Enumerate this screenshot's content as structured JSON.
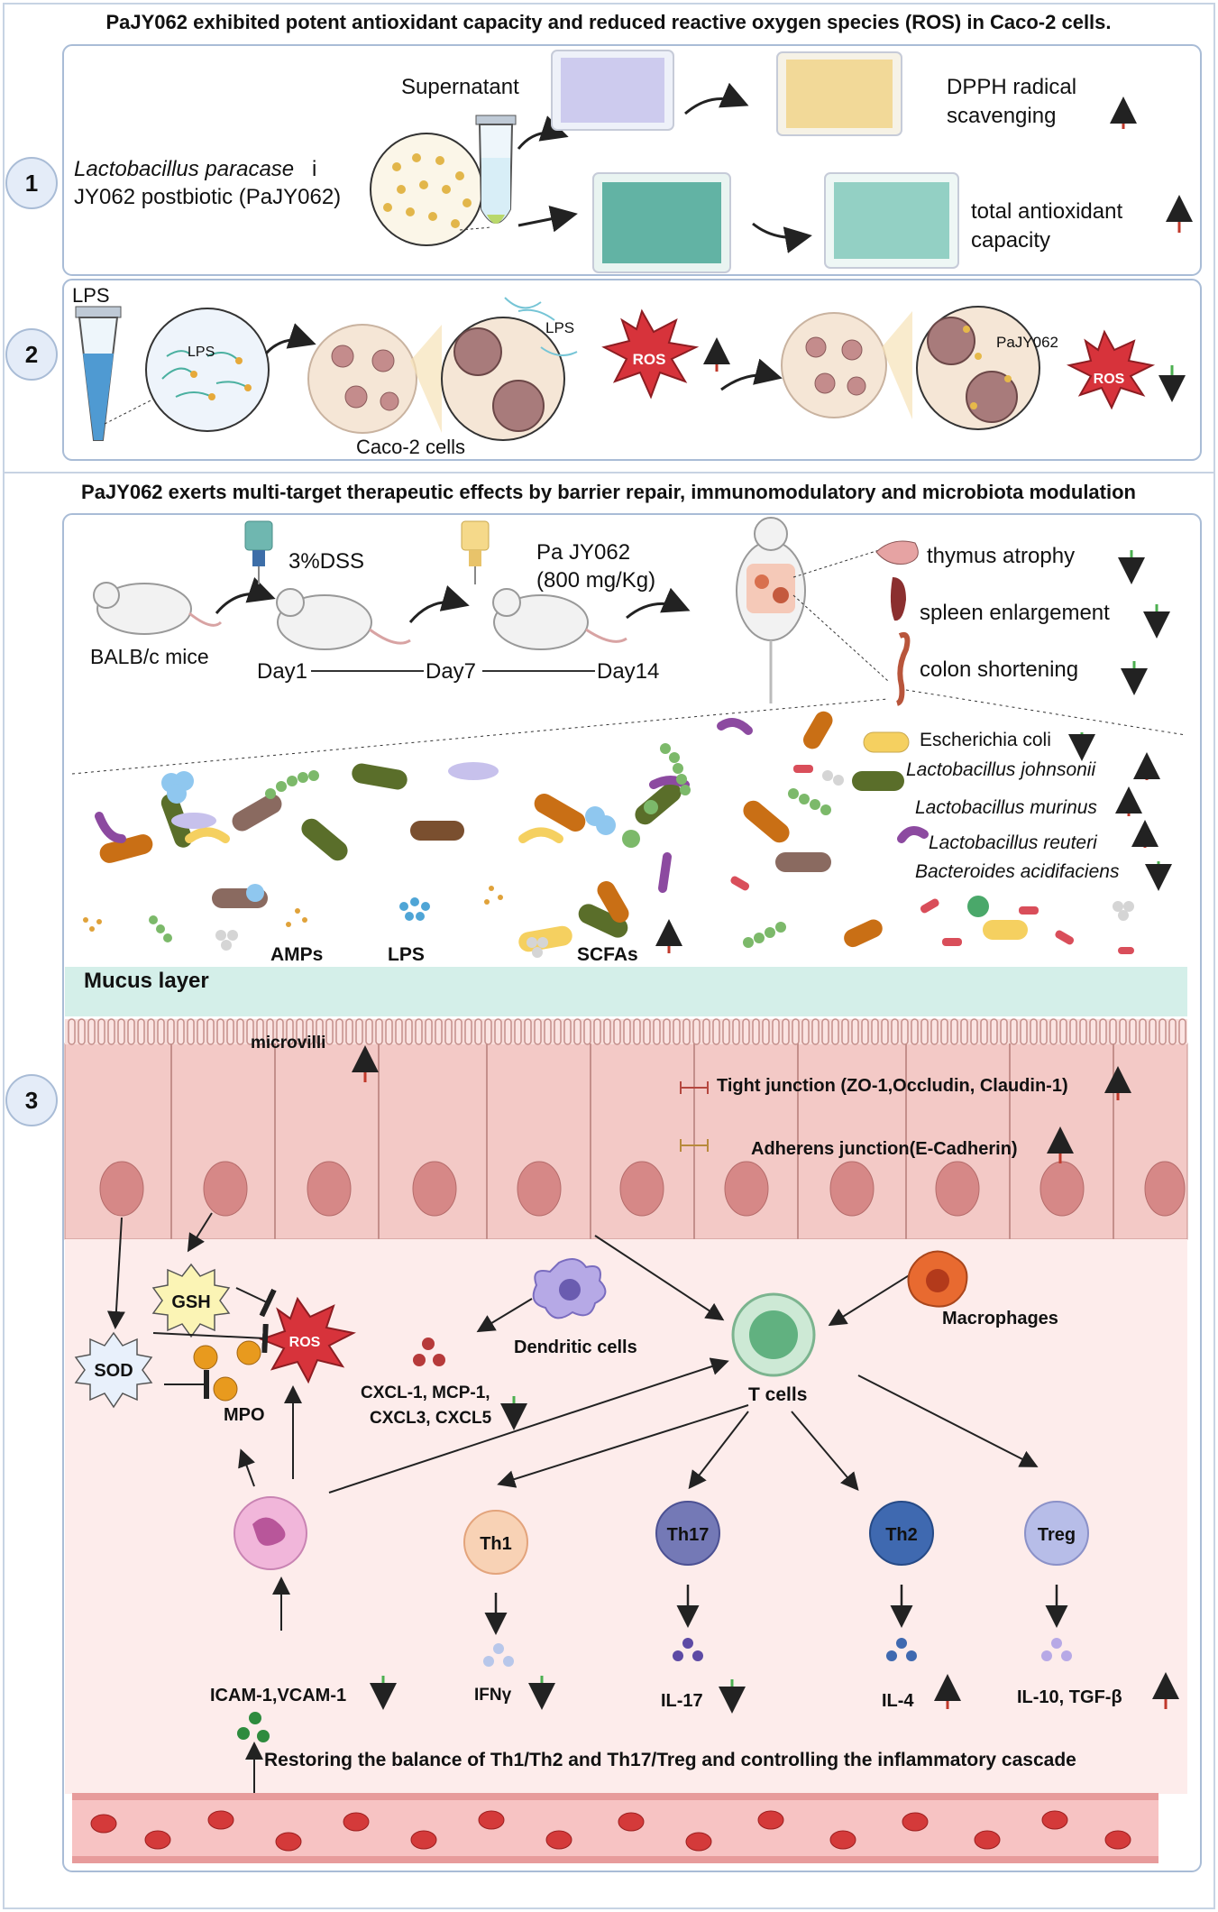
{
  "headers": {
    "section_top": "PaJY062 exhibited potent antioxidant capacity and reduced reactive oxygen species (ROS) in Caco-2 cells.",
    "section_bottom": "PaJY062 exerts multi-target therapeutic effects by  barrier repair, immunomodulatory and microbiota modulation"
  },
  "panel1": {
    "number": "1",
    "strain_italic": "Lactobacillus paracase",
    "strain_suffix": "i",
    "strain_line2": "JY062 postbiotic (PaJY062)",
    "supernatant": "Supernatant",
    "dpph_line1": "DPPH radical",
    "dpph_line2": "scavenging",
    "tac_line1": "total antioxidant",
    "tac_line2": "capacity"
  },
  "panel2": {
    "number": "2",
    "lps_tube": "LPS",
    "lps_circle": "LPS",
    "lps_zoom": "LPS",
    "ros_1": "ROS",
    "ros_2": "ROS",
    "pajy062": "PaJY062",
    "caco2": "Caco-2 cells"
  },
  "panel3": {
    "number": "3",
    "mice": "BALB/c mice",
    "dss": "3%DSS",
    "treatment_line1": "Pa JY062",
    "treatment_line2": "(800 mg/Kg)",
    "day1": "Day1",
    "day7": "Day7",
    "day14": "Day14",
    "organs": [
      "thymus atrophy",
      "spleen enlargement",
      "colon shortening"
    ],
    "bacteria": [
      "Escherichia coli",
      "Lactobacillus johnsonii",
      "Lactobacillus murinus",
      "Lactobacillus reuteri",
      "Bacteroides acidifaciens"
    ],
    "amps": "AMPs",
    "lps": "LPS",
    "scfas": "SCFAs",
    "mucus": "Mucus layer",
    "microvilli": "microvilli",
    "tight_junction": "Tight junction (ZO-1,Occludin, Claudin-1)",
    "adherens_junction": "Adherens junction(E-Cadherin)",
    "gsh": "GSH",
    "ros": "ROS",
    "sod": "SOD",
    "mpo": "MPO",
    "chemokines_line1": "CXCL-1, MCP-1,",
    "chemokines_line2": "CXCL3, CXCL5",
    "dendritic": "Dendritic cells",
    "macrophages": "Macrophages",
    "tcells": "T cells",
    "th1": "Th1",
    "th17": "Th17",
    "th2": "Th2",
    "treg": "Treg",
    "icam": "ICAM-1,VCAM-1",
    "ifn": "IFNγ",
    "il17": "IL-17",
    "il4": "IL-4",
    "il10": "IL-10, TGF-β",
    "balance": "Restoring the balance of Th1/Th2 and Th17/Treg and controlling the inflammatory cascade"
  },
  "colors": {
    "up_arrow": "#c0392b",
    "down_arrow": "#4caf50",
    "mucus": "#d4efe9",
    "epithelium": "#f3c9c6",
    "lamina": "#fdeceb",
    "ros_star": "#d7333b",
    "panel_border": "#a9bcd6"
  }
}
